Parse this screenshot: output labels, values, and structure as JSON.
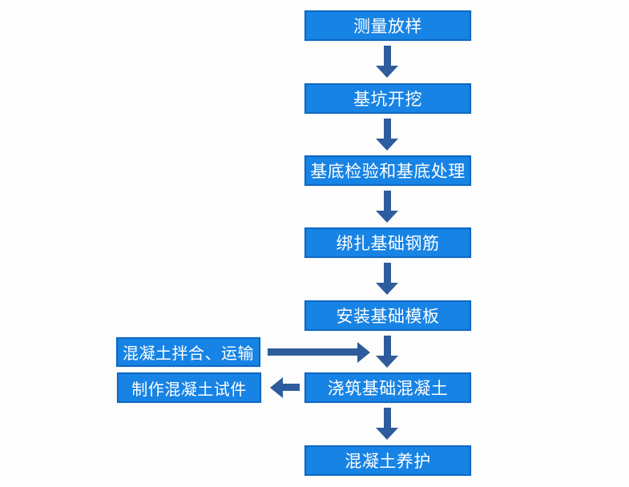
{
  "colors": {
    "box_fill": "#1783E4",
    "box_border": "#0F68C2",
    "box_text": "#FFFFFF",
    "arrow": "#2E5C9C",
    "background": "#FDFDFD"
  },
  "flowchart": {
    "type": "process-flow",
    "main_steps": [
      {
        "label": "测量放样"
      },
      {
        "label": "基坑开挖"
      },
      {
        "label": "基底检验和基底处理"
      },
      {
        "label": "绑扎基础钢筋"
      },
      {
        "label": "安装基础模板"
      },
      {
        "label": "浇筑基础混凝土"
      },
      {
        "label": "混凝土养护"
      }
    ],
    "side_steps": [
      {
        "label": "混凝土拌合、运输",
        "connection": "arrow-right into flow between 安装基础模板 and 浇筑基础混凝土"
      },
      {
        "label": "制作混凝土试件",
        "connection": "arrow-left from 浇筑基础混凝土"
      }
    ]
  }
}
